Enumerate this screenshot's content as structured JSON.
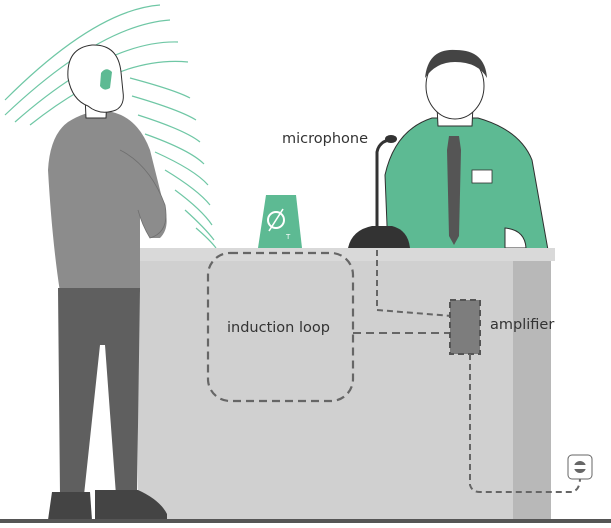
{
  "labels": {
    "microphone": "microphone",
    "induction_loop": "induction loop",
    "amplifier": "amplifier"
  },
  "colors": {
    "background": "#ffffff",
    "counter_top": "#d9d9d9",
    "counter_front": "#d0d0d0",
    "counter_side": "#b8b8b8",
    "person_light": "#8c8c8c",
    "person_dark": "#5f5f5f",
    "shoes": "#444444",
    "clerk_shirt": "#5dba93",
    "clerk_outline": "#2f2f2f",
    "tie": "#555555",
    "sign_green": "#5dba93",
    "sound_waves": "#6fc7a5",
    "loop_dashes": "#666666",
    "amplifier_box": "#7d7d7d",
    "floor": "#555555"
  },
  "icons": {
    "hearing_aid": "hearing-aid-icon",
    "loop_sign": "hearing-loop-t-sign-icon",
    "power_socket": "power-socket-icon"
  },
  "sign_letter": "T"
}
